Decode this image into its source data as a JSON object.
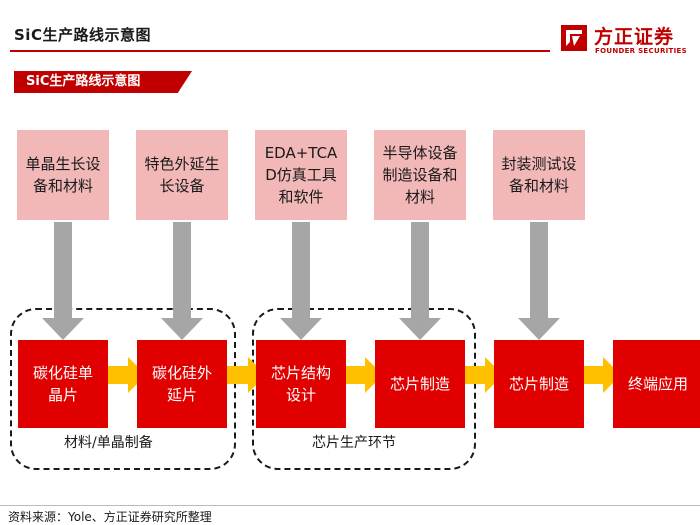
{
  "header": {
    "title": "SiC生产路线示意图"
  },
  "logo": {
    "name_cn": "方正证券",
    "name_en": "FOUNDER SECURITIES"
  },
  "section_tag": "SiC生产路线示意图",
  "inputs": [
    "单晶生长设备和材料",
    "特色外延生长设备",
    "EDA+TCAD仿真工具和软件",
    "半导体设备制造设备和材料",
    "封装测试设备和材料"
  ],
  "stages": [
    "碳化硅单晶片",
    "碳化硅外延片",
    "芯片结构设计",
    "芯片制造",
    "芯片制造",
    "终端应用"
  ],
  "groups": {
    "material": "材料/单晶制备",
    "chip": "芯片生产环节"
  },
  "footer": {
    "source": "资料来源：Yole、方正证券研究所整理"
  },
  "colors": {
    "brand_red": "#c00000",
    "stage_red": "#e00000",
    "input_pink": "#f2b8b8",
    "arrow_gray": "#a6a6a6",
    "arrow_yellow": "#ffc000"
  }
}
